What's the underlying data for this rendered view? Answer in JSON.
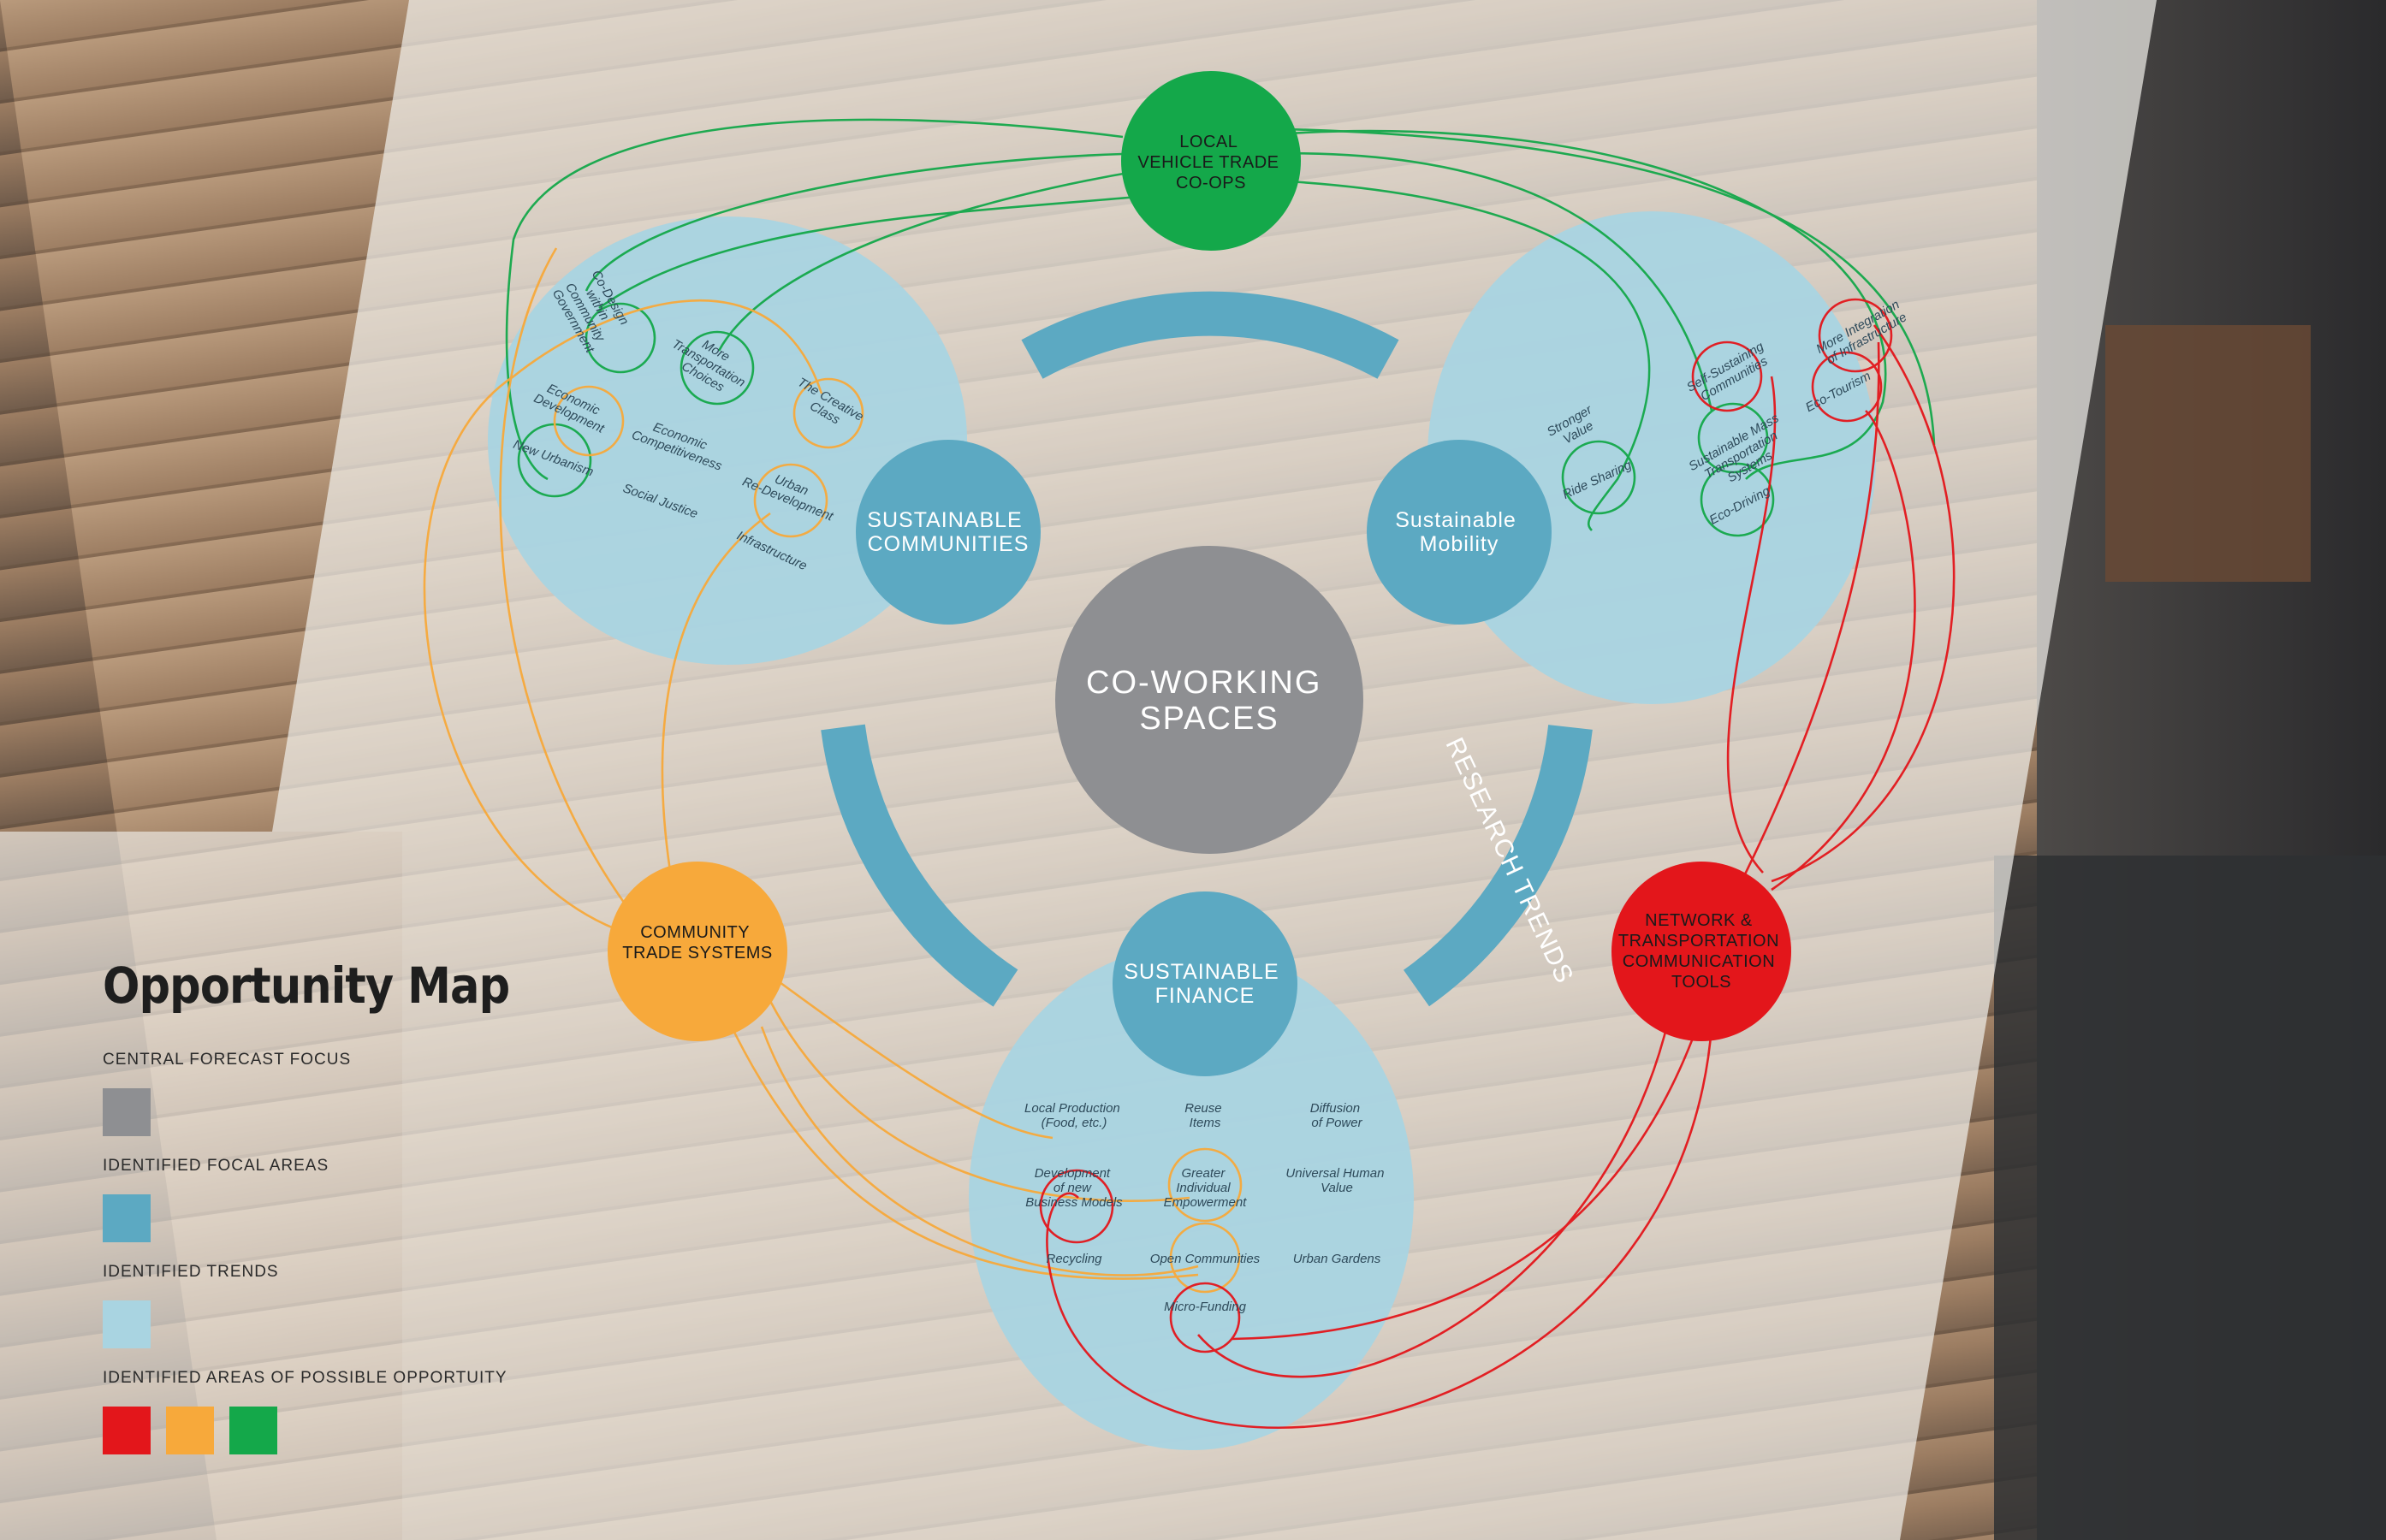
{
  "legend": {
    "title": "Opportunity Map",
    "central_label": "CENTRAL FORECAST FOCUS",
    "focal_label": "IDENTIFIED FOCAL AREAS",
    "trends_label": "IDENTIFIED TRENDS",
    "opportunity_label": "IDENTIFIED AREAS OF POSSIBLE OPPORTUITY"
  },
  "colors": {
    "central": "#8e8f92",
    "focal": "#5ca9c2",
    "trend": "#a9d4e1",
    "opp_red": "#e3161b",
    "opp_orange": "#f7a93b",
    "opp_green": "#14a84a"
  },
  "center": {
    "line1": "CO-WORKING",
    "line2": "SPACES"
  },
  "ring_label": "RESEARCH TRENDS",
  "focal": {
    "communities": {
      "line1": "SUSTAINABLE",
      "line2": "COMMUNITIES"
    },
    "mobility": {
      "line1": "Sustainable",
      "line2": "Mobility"
    },
    "finance": {
      "line1": "SUSTAINABLE",
      "line2": "FINANCE"
    }
  },
  "opportunities": {
    "vehicle": {
      "line1": "LOCAL",
      "line2": "VEHICLE TRADE",
      "line3": "CO-OPS"
    },
    "trade": {
      "line1": "COMMUNITY",
      "line2": "TRADE SYSTEMS"
    },
    "network": {
      "line1": "NETWORK &",
      "line2": "TRANSPORTATION",
      "line3": "COMMUNICATION",
      "line4": "TOOLS"
    }
  },
  "trends": {
    "communities": {
      "codesign": [
        "Co-Design",
        "within",
        "Community",
        "Government"
      ],
      "transport_choices": [
        "More",
        "Transportation",
        "Choices"
      ],
      "creative": [
        "The Creative",
        "Class"
      ],
      "econ_dev": [
        "Economic",
        "Development"
      ],
      "econ_comp": [
        "Economic",
        "Competitiveness"
      ],
      "new_urbanism": "New Urbanism",
      "social_justice": "Social Justice",
      "urban_redev": [
        "Urban",
        "Re-Development"
      ],
      "infrastructure": "Infrastructure"
    },
    "mobility": {
      "stronger_value": [
        "Stronger",
        "Value"
      ],
      "ride_sharing": "Ride Sharing",
      "self_sustaining": [
        "Self-Sustaining",
        "Communities"
      ],
      "mass_transport": [
        "Sustainable Mass",
        "Transportation",
        "Systems"
      ],
      "eco_driving": "Eco-Driving",
      "integration": [
        "More Integration",
        "of Infrastructure"
      ],
      "eco_tourism": "Eco-Tourism"
    },
    "finance": {
      "local_production": [
        "Local Production",
        "(Food, etc.)"
      ],
      "reuse": [
        "Reuse",
        "Items"
      ],
      "diffusion": [
        "Diffusion",
        "of Power"
      ],
      "business_models": [
        "Development",
        "of new",
        "Business Models"
      ],
      "empowerment": [
        "Greater",
        "Individual",
        "Empowerment"
      ],
      "universal": [
        "Universal Human",
        "Value"
      ],
      "recycling": "Recycling",
      "open_communities": "Open Communities",
      "urban_gardens": "Urban Gardens",
      "micro_funding": "Micro-Funding"
    }
  }
}
